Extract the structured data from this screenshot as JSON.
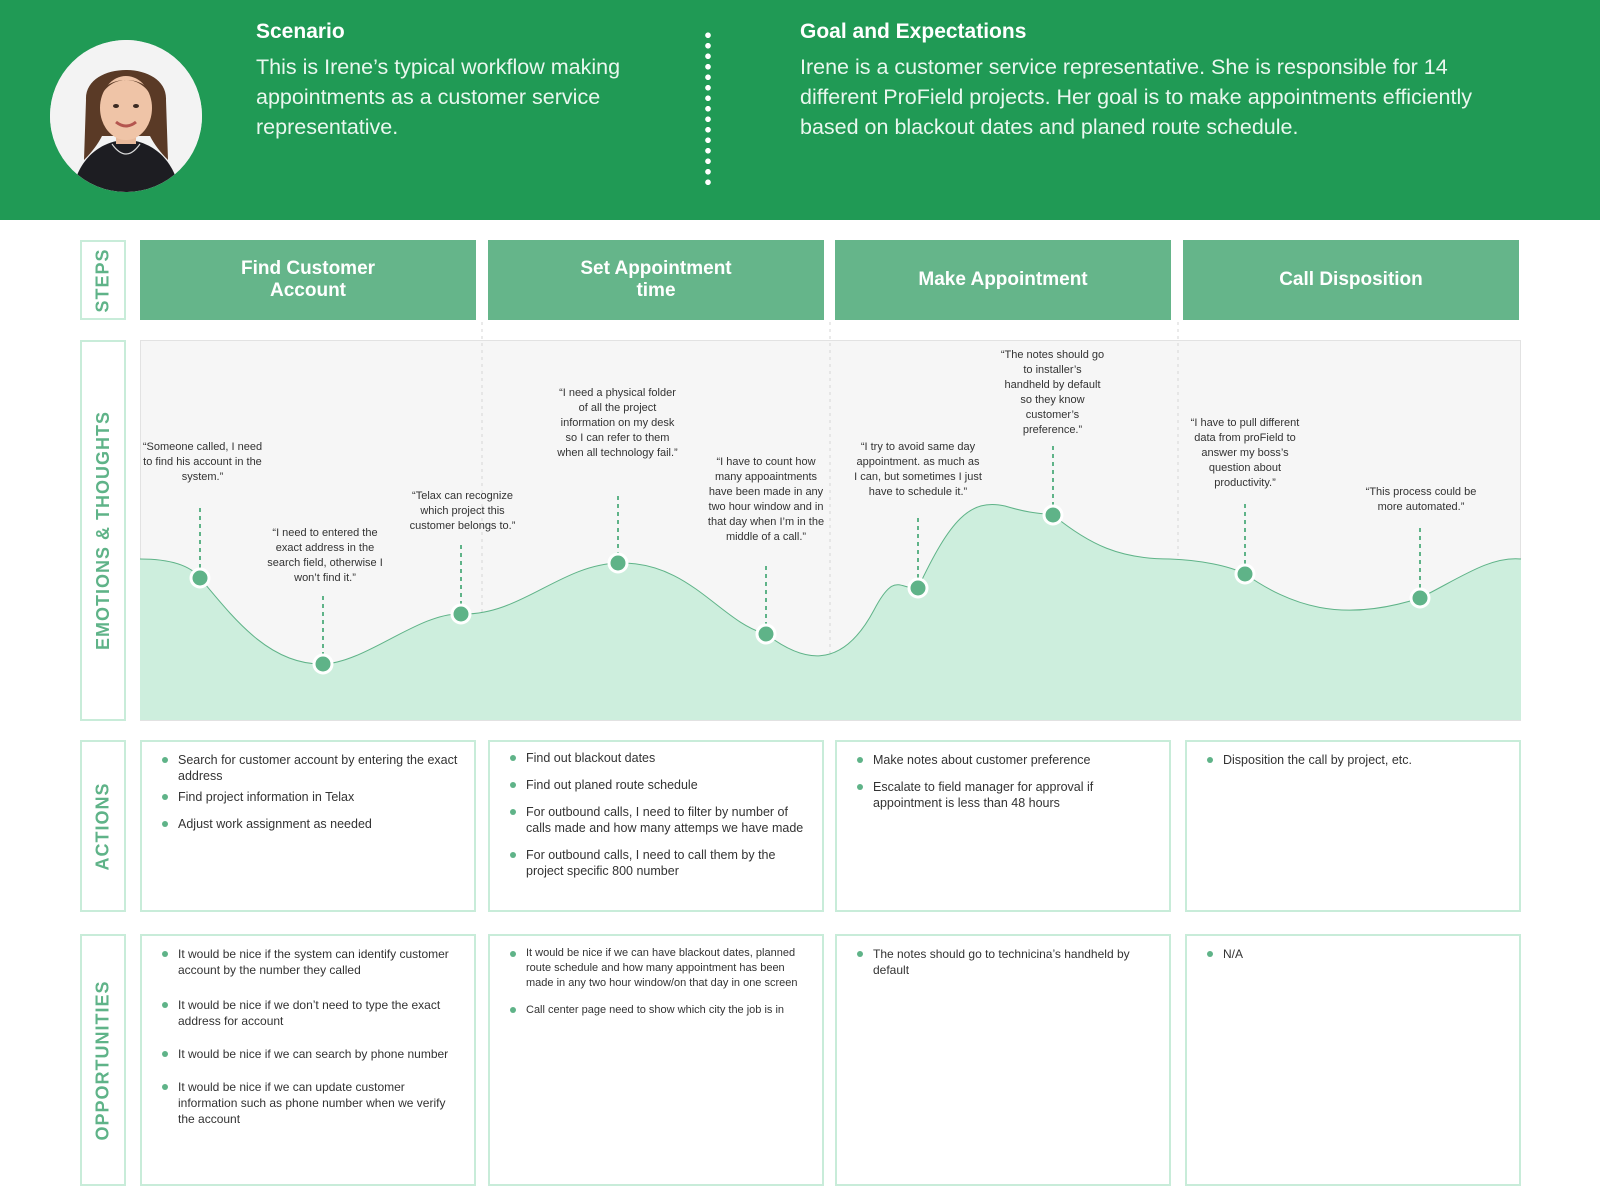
{
  "header": {
    "scenario_title": "Scenario",
    "scenario_text": "This is Irene’s typical workflow making appointments as a customer service representative.",
    "goal_title": "Goal and Expectations",
    "goal_text": "Irene is a customer service representative. She is responsible for 14 different ProField projects. Her goal is to make appointments efficiently based on blackout dates and planed route schedule."
  },
  "row_labels": {
    "steps": "STEPS",
    "emotions": "EMOTIONS & THOUGHTS",
    "actions": "ACTIONS",
    "opportunities": "OPPORTUNITIES"
  },
  "steps": [
    "Find Customer Account",
    "Set Appointment time",
    "Make Appointment",
    "Call Disposition"
  ],
  "quotes": [
    "“Someone called, I need to find his account in the system.”",
    "“I need to entered the exact address in the search field, otherwise I won’t find it.”",
    "“Telax can recognize which project this customer belongs to.”",
    "“I need a physical folder of all the project information on my desk so I can refer to them when all technology fail.”",
    "“I have to count how many appoaintments have been made in any two hour window and in that day when I’m in the middle of a call.”",
    "“I try to avoid same day appointment. as much as I can, but sometimes I just have to schedule it.”",
    "“The notes should go to installer’s handheld by default so they know customer’s preference.”",
    "“I have to pull different data from proField to answer my boss’s question about productivity.”",
    "“This process could be more automated.”"
  ],
  "actions": [
    [
      "Search for customer account by entering the exact address",
      "Find project information in Telax",
      "Adjust work assignment as needed"
    ],
    [
      "Find out blackout dates",
      "Find out planed route schedule",
      "For outbound calls, I need to filter by number of calls made and how many attemps we have made",
      "For outbound calls, I need to call them by the project specific 800 number"
    ],
    [
      "Make notes about customer preference",
      "Escalate to field manager for approval if appointment is less than 48 hours"
    ],
    [
      "Disposition the call by project, etc."
    ]
  ],
  "opportunities": [
    [
      "It would be nice if the system can identify customer account by the number they called",
      "It would be nice if we don’t need to type the exact address for account",
      "It would be nice if we can search by phone number",
      "It would be nice if we can update customer information such as phone number when we verify the account"
    ],
    [
      "It would be nice if we can have blackout dates, planned route schedule and how many appointment has been made in any two hour window/on that day in one screen",
      "Call center page need to show which city the job is in"
    ],
    [
      "The notes should go to technicina’s handheld by default"
    ],
    [
      "N/A"
    ]
  ],
  "colors": {
    "header_bg": "#209a55",
    "step_bg": "#65b58a",
    "curve_fill": "#cdeedd",
    "curve_line": "#5fb388",
    "point": "#5fb388",
    "label_border": "#c8ecd9"
  }
}
